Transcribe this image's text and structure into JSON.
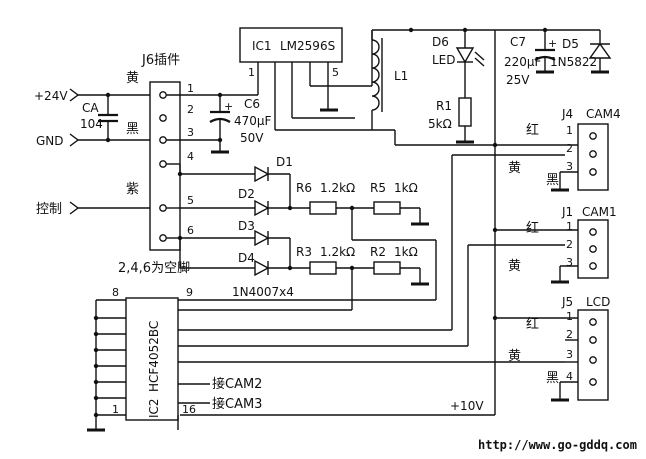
{
  "ic1": {
    "ref": "IC1",
    "part": "LM2596S",
    "pin1": "1",
    "pin5": "5"
  },
  "ic2": {
    "ref": "IC2",
    "part": "HCF4052BC",
    "pin8": "8",
    "pin9": "9",
    "pin1": "1",
    "pin16": "16",
    "to_cam2": "接CAM2",
    "to_cam3": "接CAM3"
  },
  "j6": {
    "ref": "J6插件",
    "pins": [
      "1",
      "2",
      "3",
      "4",
      "5",
      "6"
    ],
    "note": "2,4,6为空脚",
    "wire_yellow": "黄",
    "wire_black": "黑",
    "wire_purple": "紫"
  },
  "inputs": {
    "v24": "+24V",
    "gnd": "GND",
    "ctrl": "控制"
  },
  "ca": {
    "ref": "CA",
    "value": "104"
  },
  "c6": {
    "ref": "C6",
    "value": "470μF",
    "voltage": "50V"
  },
  "c7": {
    "ref": "C7",
    "value": "220μF",
    "voltage": "25V"
  },
  "l1": {
    "ref": "L1"
  },
  "d6": {
    "ref": "D6",
    "type": "LED"
  },
  "r1": {
    "ref": "R1",
    "value": "5kΩ"
  },
  "d5": {
    "ref": "D5",
    "part": "1N5822"
  },
  "diodes": {
    "d1": "D1",
    "d2": "D2",
    "d3": "D3",
    "d4": "D4",
    "part": "1N4007x4"
  },
  "resistors": {
    "r6": {
      "ref": "R6",
      "value": "1.2kΩ"
    },
    "r5": {
      "ref": "R5",
      "value": "1kΩ"
    },
    "r3": {
      "ref": "R3",
      "value": "1.2kΩ"
    },
    "r2": {
      "ref": "R2",
      "value": "1kΩ"
    }
  },
  "j4": {
    "ref": "J4",
    "name": "CAM4",
    "pins": [
      "1",
      "2",
      "3"
    ],
    "red": "红",
    "yellow": "黄",
    "black": "黑"
  },
  "j1": {
    "ref": "J1",
    "name": "CAM1",
    "pins": [
      "1",
      "2",
      "3"
    ],
    "red": "红",
    "yellow": "黄"
  },
  "j5": {
    "ref": "J5",
    "name": "LCD",
    "pins": [
      "1",
      "2",
      "3",
      "4"
    ],
    "red": "红",
    "yellow": "黄",
    "black": "黑"
  },
  "rail": "+10V",
  "url": "http://www.go-gddq.com"
}
